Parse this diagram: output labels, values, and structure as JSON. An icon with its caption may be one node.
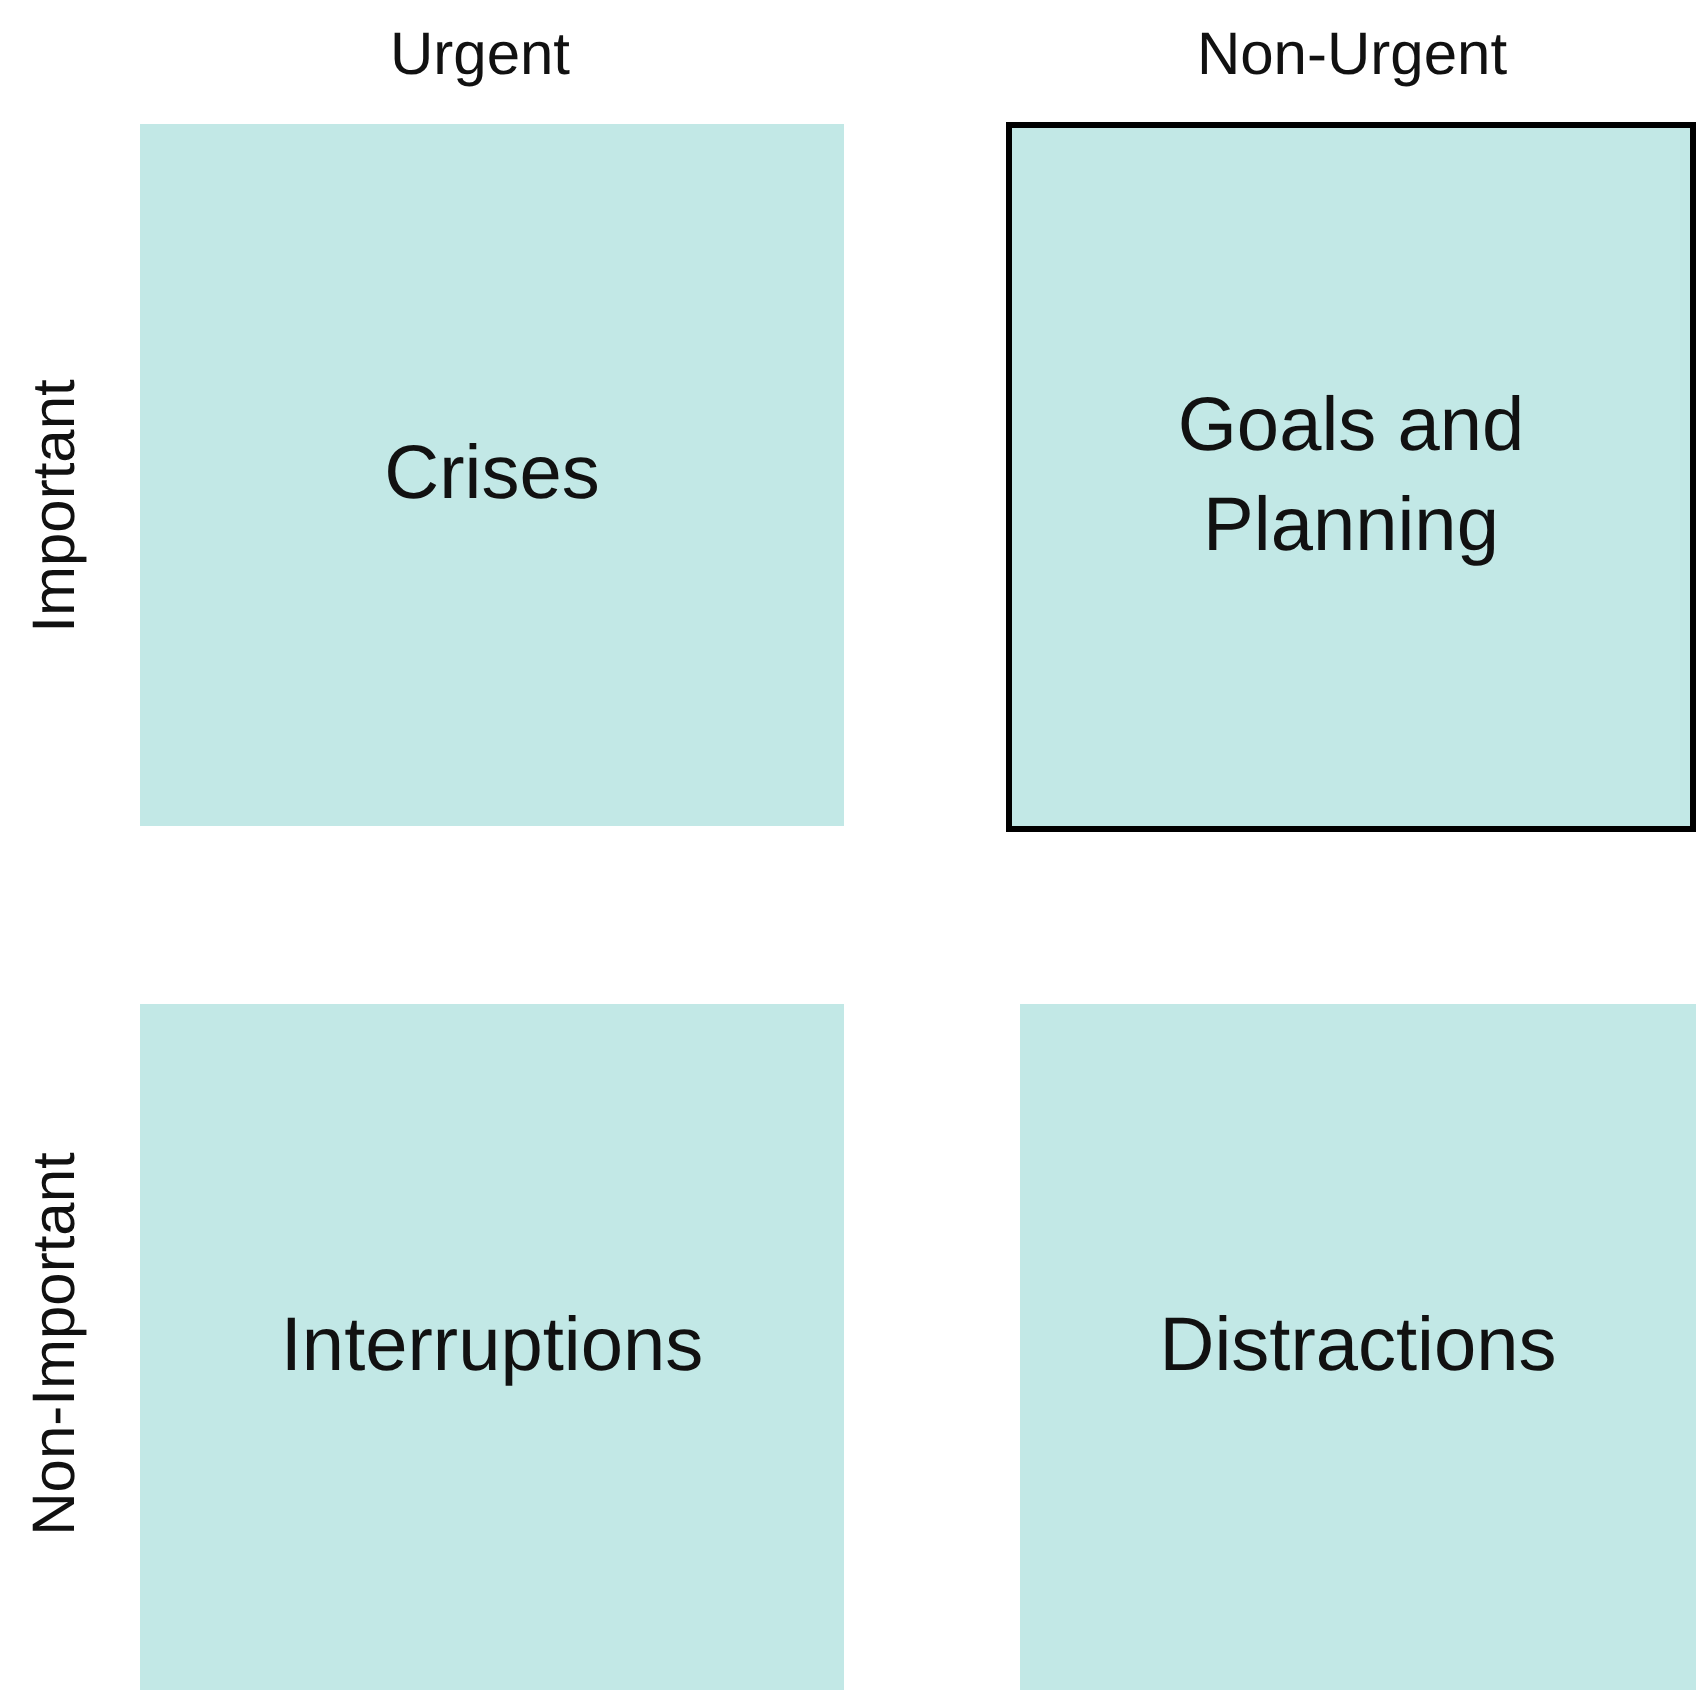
{
  "diagram": {
    "nodes": [
      {
        "text": [
          "Crises"
        ]
      },
      {
        "text": [
          "Goals and Planning"
        ]
      },
      {
        "text": [
          "Interruptions"
        ]
      },
      {
        "text": [
          "Distractions"
        ]
      }
    ],
    "labels": [
      "Urgent",
      "Non-Urgent",
      "Important",
      "Non-Important"
    ]
  }
}
